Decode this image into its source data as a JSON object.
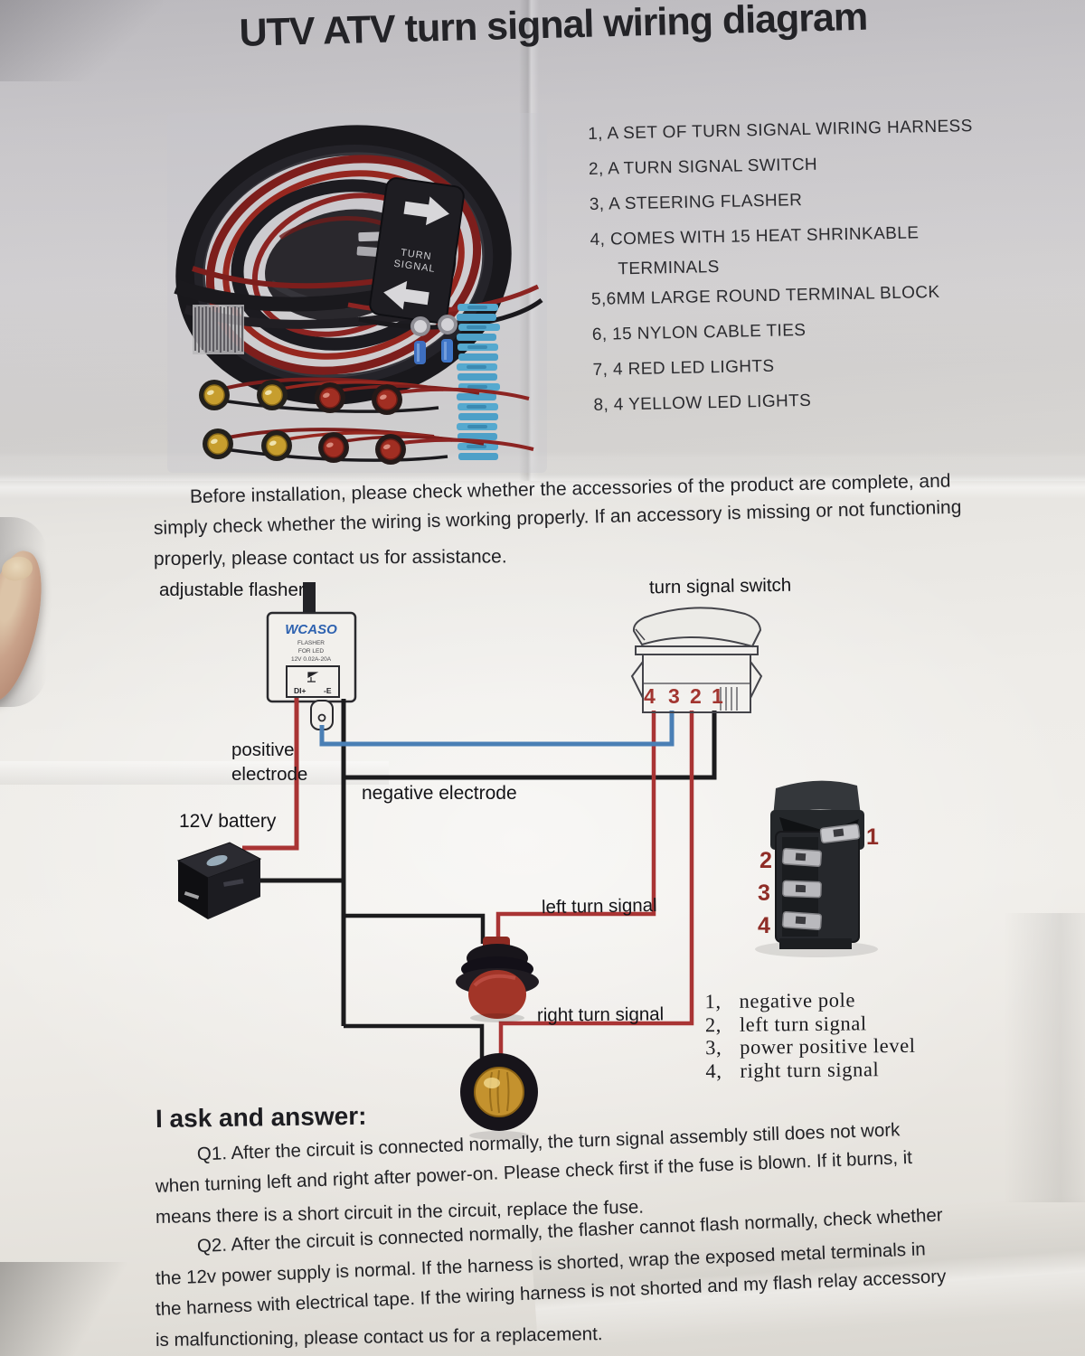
{
  "title": "UTV ATV turn signal wiring diagram",
  "parts_list": [
    {
      "text": "1, A SET OF TURN SIGNAL WIRING HARNESS"
    },
    {
      "text": "2, A TURN SIGNAL SWITCH"
    },
    {
      "text": "3, A STEERING FLASHER"
    },
    {
      "text": "4, COMES WITH 15 HEAT SHRINKABLE"
    },
    {
      "text": "TERMINALS"
    },
    {
      "text": "5,6MM LARGE ROUND TERMINAL BLOCK"
    },
    {
      "text": "6, 15 NYLON CABLE TIES"
    },
    {
      "text": "7, 4 RED LED LIGHTS"
    },
    {
      "text": "8, 4 YELLOW LED LIGHTS"
    }
  ],
  "intro_lines": [
    "Before installation, please check whether the accessories of the product are complete, and",
    "simply check whether the wiring is working properly. If an accessory is missing or not functioning",
    "properly, please contact us for assistance."
  ],
  "product_photo": {
    "switch_line1": "TURN",
    "switch_line2": "SIGNAL"
  },
  "diagram": {
    "adjustable_flasher_label": "adjustable flasher",
    "turn_signal_switch_label": "turn signal switch",
    "positive_line1": "positive",
    "positive_line2": "electrode",
    "negative_label": "negative electrode",
    "battery_label": "12V battery",
    "left_turn_label": "left turn signal",
    "right_turn_label": "right turn signal",
    "flasher": {
      "logo": "WCASO",
      "line1": "FLASHER",
      "line2": "FOR LED",
      "line3": "12V 0.02A-20A",
      "term_left": "DI+",
      "term_right": "-E"
    },
    "schematic_pins": [
      "4",
      "3",
      "2",
      "1"
    ],
    "photo_pins": {
      "p1": "1",
      "p2": "2",
      "p3": "3",
      "p4": "4"
    },
    "legend": [
      {
        "num": "1,",
        "label": "negative pole"
      },
      {
        "num": "2,",
        "label": "left turn signal"
      },
      {
        "num": "3,",
        "label": "power positive level"
      },
      {
        "num": "4,",
        "label": "right turn signal"
      }
    ]
  },
  "qa": {
    "heading": "I ask and answer:",
    "q1_lines": [
      "Q1. After the circuit is connected normally, the turn signal assembly still does not work",
      "when turning left and right after power-on. Please check first if the fuse is blown. If it burns, it",
      "means there is a short circuit in the circuit, replace the fuse."
    ],
    "q2_lines": [
      "Q2. After the circuit is connected normally, the flasher cannot flash normally, check whether",
      "the 12v power supply is normal. If the harness is shorted, wrap the exposed metal terminals in",
      "the harness with electrical tape. If the wiring harness is not shorted and my flash relay accessory",
      "is malfunctioning, please contact us for a replacement."
    ]
  },
  "colors": {
    "wire_red": "#a93434",
    "wire_blue": "#4a7fb5",
    "wire_black": "#1b1b1d",
    "pin_number_red": "#a23530",
    "terminal_blue": "#55a9cf",
    "flasher_logo_blue": "#2e62b0"
  }
}
